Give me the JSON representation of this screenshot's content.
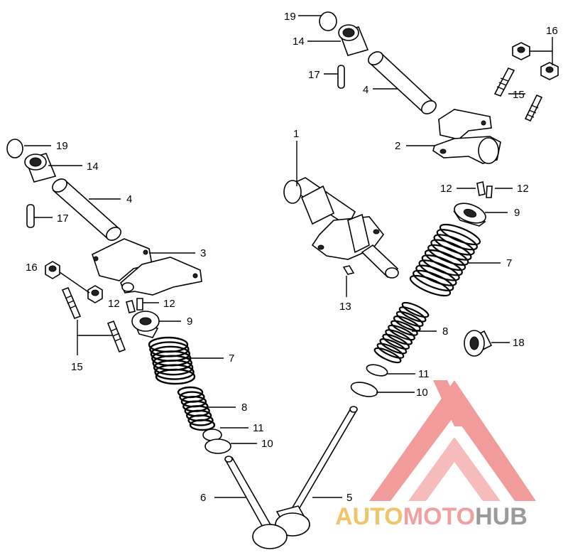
{
  "callouts": {
    "c1": "1",
    "c2": "2",
    "c3": "3",
    "c4a": "4",
    "c4b": "4",
    "c5": "5",
    "c6": "6",
    "c7a": "7",
    "c7b": "7",
    "c8a": "8",
    "c8b": "8",
    "c9a": "9",
    "c9b": "9",
    "c10a": "10",
    "c10b": "10",
    "c11a": "11",
    "c11b": "11",
    "c12a": "12",
    "c12b": "12",
    "c12c": "12",
    "c12d": "12",
    "c13": "13",
    "c14a": "14",
    "c14b": "14",
    "c15a": "15",
    "c15b": "15",
    "c16a": "16",
    "c16b": "16",
    "c17a": "17",
    "c17b": "17",
    "c18": "18",
    "c19a": "19",
    "c19b": "19"
  },
  "watermark": {
    "part1": "AUTO",
    "part2": "MOTO",
    "part3": "HUB",
    "color_auto": "#f2c46a",
    "color_moto": "#f0a0a0",
    "color_hub": "#9a9a9a",
    "logo_color": "#f08a8a"
  }
}
